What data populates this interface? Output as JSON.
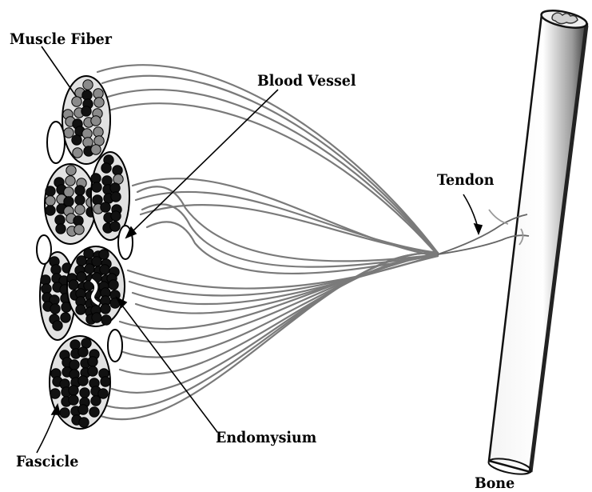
{
  "labels": {
    "muscle_fiber": "Muscle Fiber",
    "blood_vessel": "Blood Vessel",
    "tendon": "Tendon",
    "endomysium": "Endomysium",
    "fascicle": "Fascicle",
    "bone": "Bone"
  },
  "colors": {
    "line": "#000000",
    "fiber_dark": "#111111",
    "fiber_grey": "#8a8a8a",
    "fascicle_fill": "#e2e2e2",
    "fiber_strand": "#7a7a7a",
    "background": "#ffffff"
  }
}
